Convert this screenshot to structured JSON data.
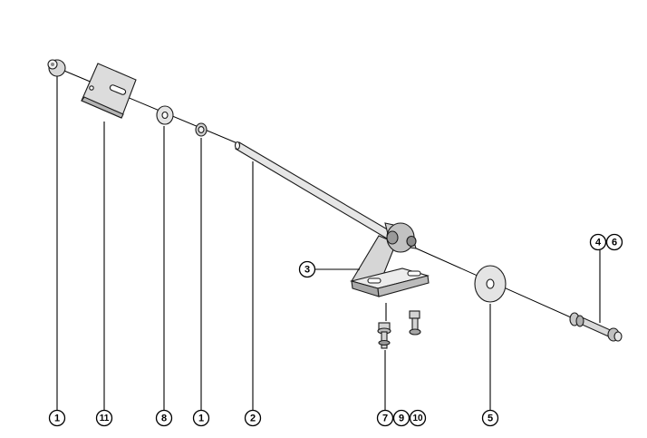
{
  "callouts": {
    "c1_left": "1",
    "c11": "11",
    "c8": "8",
    "c1_right": "1",
    "c2": "2",
    "c3": "3",
    "c7": "7",
    "c9": "9",
    "c10": "10",
    "c5": "5",
    "c4": "4",
    "c6": "6"
  }
}
